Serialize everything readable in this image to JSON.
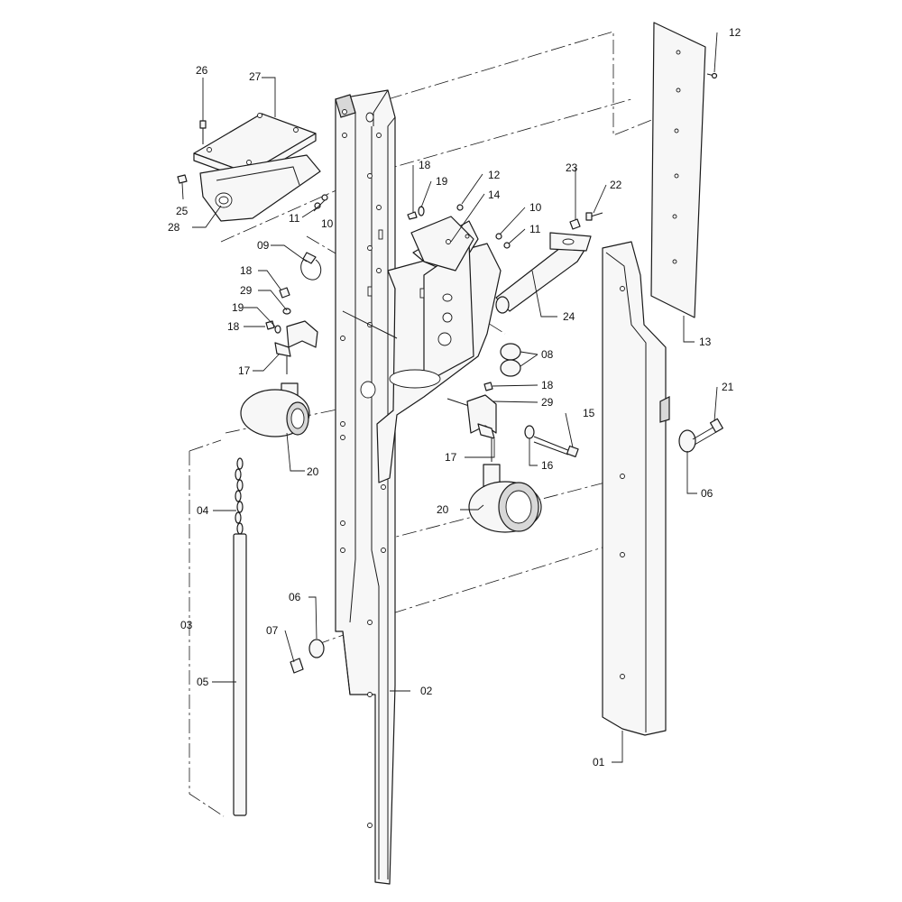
{
  "labels": {
    "p01": "01",
    "p02": "02",
    "p03": "03",
    "p04": "04",
    "p05": "05",
    "p06a": "06",
    "p06b": "06",
    "p07": "07",
    "p08": "08",
    "p09": "09",
    "p10a": "10",
    "p10b": "10",
    "p11a": "11",
    "p11b": "11",
    "p12a": "12",
    "p12b": "12",
    "p13": "13",
    "p14": "14",
    "p15": "15",
    "p16": "16",
    "p17a": "17",
    "p17b": "17",
    "p18a": "18",
    "p18b": "18",
    "p18c": "18",
    "p18d": "18",
    "p19a": "19",
    "p19b": "19",
    "p20a": "20",
    "p20b": "20",
    "p21": "21",
    "p22": "22",
    "p23": "23",
    "p24": "24",
    "p25": "25",
    "p26": "26",
    "p27": "27",
    "p28": "28",
    "p29a": "29",
    "p29b": "29"
  },
  "colors": {
    "line": "#1a1a1a",
    "background": "#ffffff",
    "fill": "#f7f7f7"
  }
}
